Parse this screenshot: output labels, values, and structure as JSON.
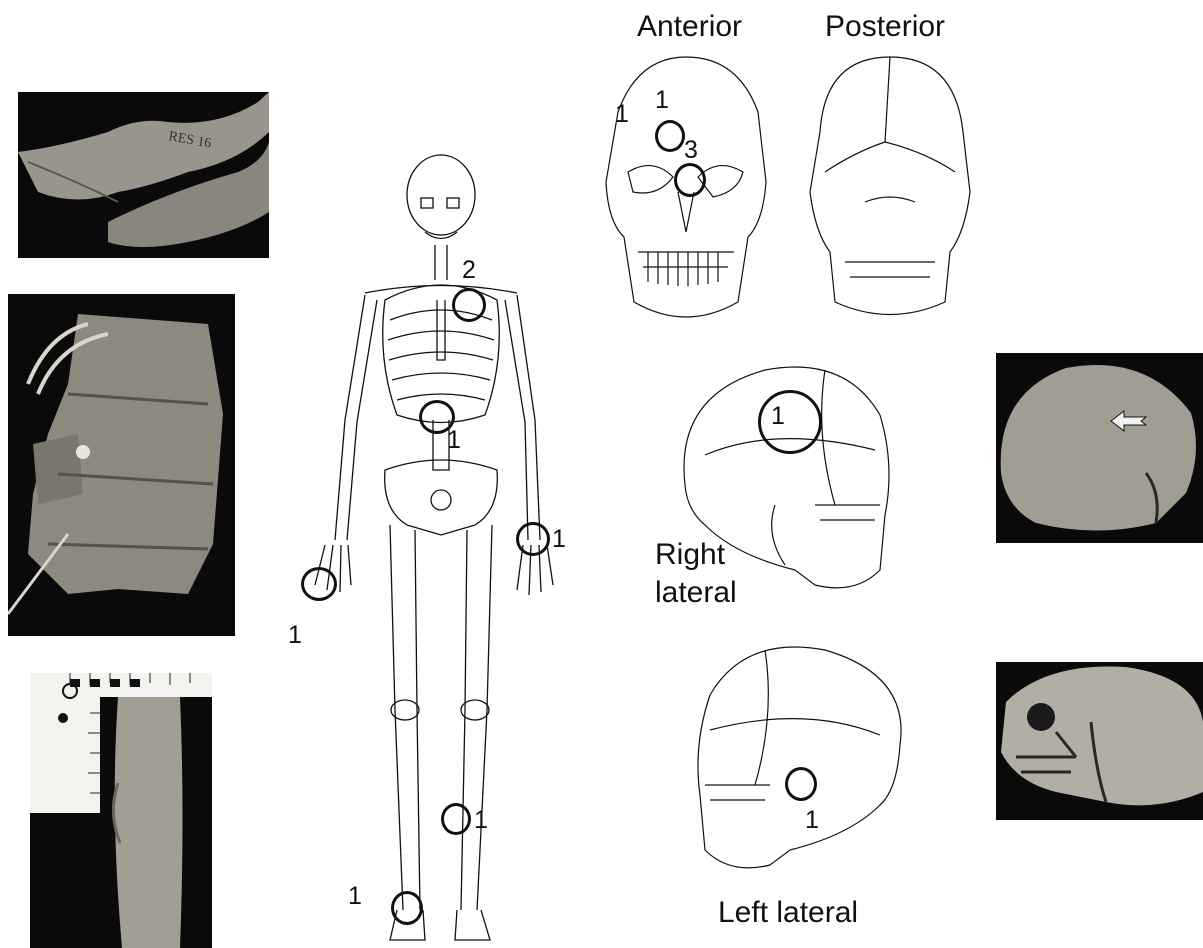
{
  "views": {
    "anterior": "Anterior",
    "posterior": "Posterior",
    "right_lateral_line1": "Right",
    "right_lateral_line2": "lateral",
    "left_lateral": "Left lateral"
  },
  "lesion_counts": {
    "skull_anterior_left": "1",
    "skull_anterior_top": "1",
    "skull_anterior_nasal": "3",
    "rib": "2",
    "lumbar_spine": "1",
    "right_hand": "1",
    "left_hand": "1",
    "left_tibia": "1",
    "right_foot": "1",
    "right_lateral_parietal": "1",
    "left_lateral_temporal": "1"
  },
  "photos": {
    "mandible": "RES 16"
  }
}
